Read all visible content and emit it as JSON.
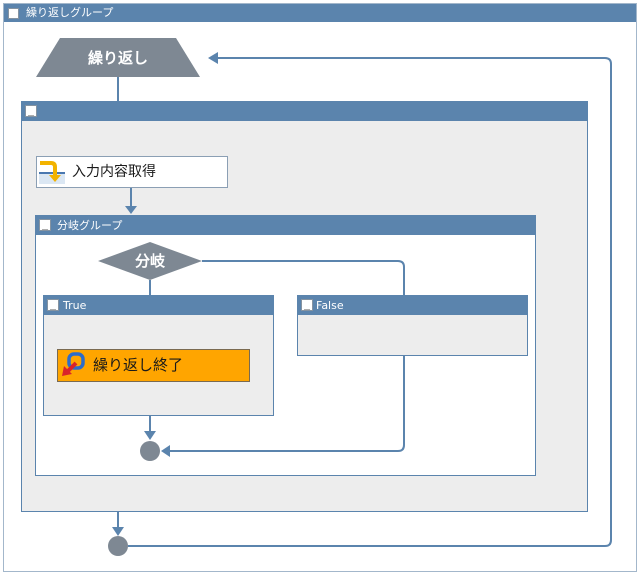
{
  "colors": {
    "accent": "#5b84ad",
    "node_gray": "#7e8893",
    "panel_bg": "#ededed",
    "highlight_activity": "#ffa500"
  },
  "loop_group": {
    "title": "繰り返しグループ",
    "collapse_label": "_",
    "loop_node": {
      "label": "繰り返し"
    },
    "loop_body": {
      "collapse_label": "_",
      "input_activity": {
        "label": "入力内容取得",
        "icon": "input-retrieve-icon"
      },
      "branch_group": {
        "title": "分岐グループ",
        "collapse_label": "_",
        "decision": {
          "label": "分岐"
        },
        "true_branch": {
          "title": "True",
          "collapse_label": "_",
          "exit_activity": {
            "label": "繰り返し終了",
            "icon": "loop-exit-icon"
          }
        },
        "false_branch": {
          "title": "False",
          "collapse_label": "_"
        }
      }
    }
  }
}
